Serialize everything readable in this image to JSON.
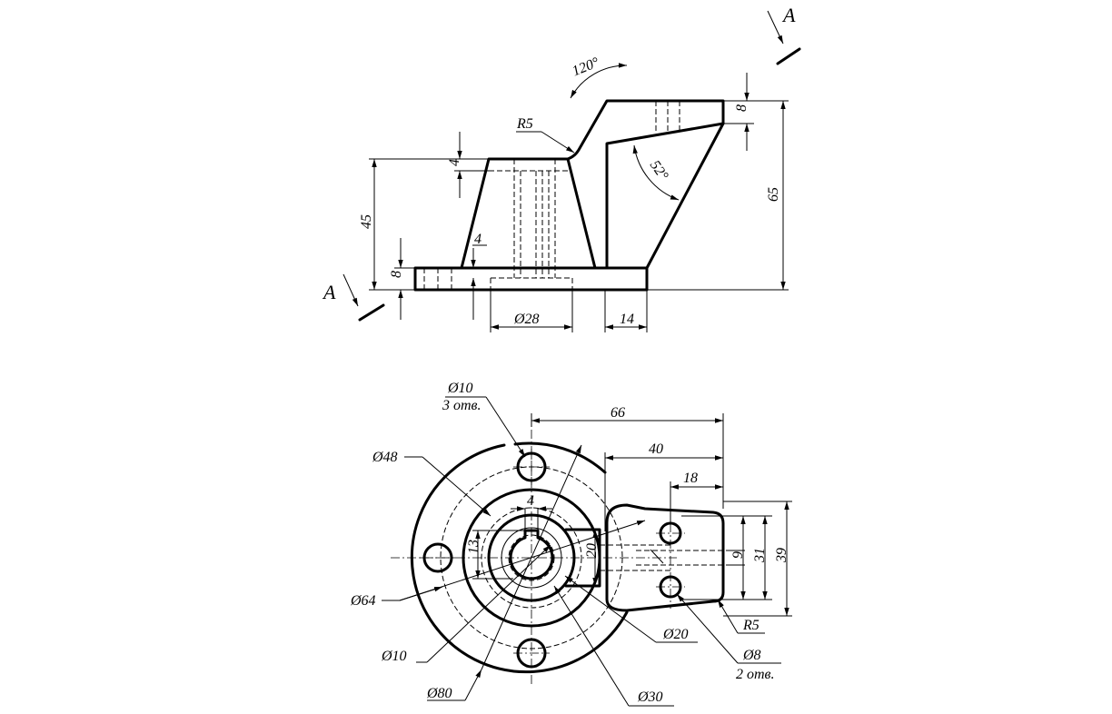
{
  "section_label": "A",
  "front_view": {
    "dim_angle_120": "120°",
    "dim_r5": "R5",
    "dim_8_top": "8",
    "dim_4_top": "4",
    "dim_52": "52°",
    "dim_65": "65",
    "dim_45": "45",
    "dim_4_base": "4",
    "dim_8_base": "8",
    "dim_d28": "Ø28",
    "dim_14": "14"
  },
  "top_view": {
    "dim_d10_holes": "Ø10",
    "note_3_holes": "3 отв.",
    "dim_66": "66",
    "dim_40": "40",
    "dim_18": "18",
    "dim_d48": "Ø48",
    "dim_4": "4",
    "dim_13": "13",
    "dim_20": "20",
    "dim_9": "9",
    "dim_31": "31",
    "dim_39": "39",
    "dim_d64": "Ø64",
    "dim_r5": "R5",
    "dim_d20": "Ø20",
    "dim_d10": "Ø10",
    "dim_d8": "Ø8",
    "note_2_holes": "2 отв.",
    "dim_d80": "Ø80",
    "dim_d30": "Ø30"
  }
}
